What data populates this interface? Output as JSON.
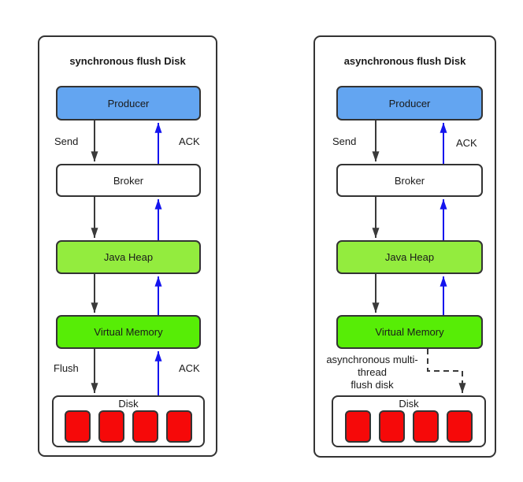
{
  "colors": {
    "background": "#ffffff",
    "border": "#333333",
    "node_text": "#1a1a1a",
    "arrow_dark": "#3a3a3a",
    "arrow_blue": "#1414ee",
    "producer_fill": "#63a5f1",
    "java_heap_fill": "#93ec3e",
    "virtual_memory_fill": "#57ed06",
    "disk_cell_fill": "#f60909"
  },
  "panels": [
    {
      "title": "synchronous flush Disk",
      "nodes": [
        {
          "id": "producer",
          "label": "Producer",
          "fill": "#63a5f1"
        },
        {
          "id": "broker",
          "label": "Broker",
          "fill": "#ffffff"
        },
        {
          "id": "java-heap",
          "label": "Java Heap",
          "fill": "#93ec3e"
        },
        {
          "id": "virtual-memory",
          "label": "Virtual Memory",
          "fill": "#57ed06"
        },
        {
          "id": "disk",
          "label": "Disk",
          "fill": "#ffffff",
          "cells": 4,
          "cell_fill": "#f60909"
        }
      ],
      "edges": [
        {
          "from": "producer",
          "to": "broker",
          "label": "Send",
          "color": "dark",
          "style": "solid",
          "direction": "down"
        },
        {
          "from": "broker",
          "to": "producer",
          "label": "ACK",
          "color": "blue",
          "style": "solid",
          "direction": "up"
        },
        {
          "from": "broker",
          "to": "java-heap",
          "label": "",
          "color": "dark",
          "style": "solid",
          "direction": "down"
        },
        {
          "from": "java-heap",
          "to": "broker",
          "label": "",
          "color": "blue",
          "style": "solid",
          "direction": "up"
        },
        {
          "from": "java-heap",
          "to": "virtual-memory",
          "label": "",
          "color": "dark",
          "style": "solid",
          "direction": "down"
        },
        {
          "from": "virtual-memory",
          "to": "java-heap",
          "label": "",
          "color": "blue",
          "style": "solid",
          "direction": "up"
        },
        {
          "from": "virtual-memory",
          "to": "disk",
          "label": "Flush",
          "color": "dark",
          "style": "solid",
          "direction": "down"
        },
        {
          "from": "disk",
          "to": "virtual-memory",
          "label": "ACK",
          "color": "blue",
          "style": "solid",
          "direction": "up"
        }
      ]
    },
    {
      "title": "asynchronous flush Disk",
      "nodes": [
        {
          "id": "producer",
          "label": "Producer",
          "fill": "#63a5f1"
        },
        {
          "id": "broker",
          "label": "Broker",
          "fill": "#ffffff"
        },
        {
          "id": "java-heap",
          "label": "Java Heap",
          "fill": "#93ec3e"
        },
        {
          "id": "virtual-memory",
          "label": "Virtual Memory",
          "fill": "#57ed06"
        },
        {
          "id": "disk",
          "label": "Disk",
          "fill": "#ffffff",
          "cells": 4,
          "cell_fill": "#f60909"
        }
      ],
      "edges": [
        {
          "from": "producer",
          "to": "broker",
          "label": "Send",
          "color": "dark",
          "style": "solid",
          "direction": "down"
        },
        {
          "from": "broker",
          "to": "producer",
          "label": "ACK",
          "color": "blue",
          "style": "solid",
          "direction": "up"
        },
        {
          "from": "broker",
          "to": "java-heap",
          "label": "",
          "color": "dark",
          "style": "solid",
          "direction": "down"
        },
        {
          "from": "java-heap",
          "to": "broker",
          "label": "",
          "color": "blue",
          "style": "solid",
          "direction": "up"
        },
        {
          "from": "java-heap",
          "to": "virtual-memory",
          "label": "",
          "color": "dark",
          "style": "solid",
          "direction": "down"
        },
        {
          "from": "virtual-memory",
          "to": "java-heap",
          "label": "",
          "color": "blue",
          "style": "solid",
          "direction": "up"
        },
        {
          "from": "virtual-memory",
          "to": "disk",
          "label": "asynchronous multi-thread flush disk",
          "label_lines": [
            "asynchronous multi-",
            "thread",
            "flush disk"
          ],
          "color": "dark",
          "style": "dashed",
          "direction": "down"
        }
      ]
    }
  ]
}
